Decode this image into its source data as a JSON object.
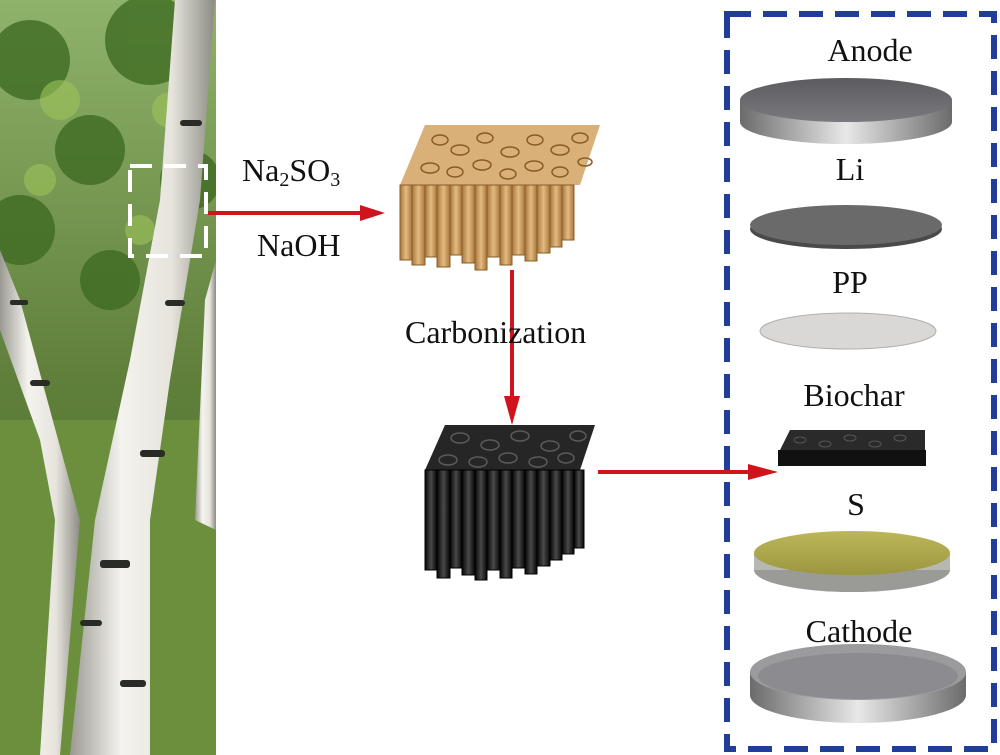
{
  "reaction": {
    "reagent1_base": "Na",
    "reagent1_sub1": "2",
    "reagent1_mid": "SO",
    "reagent1_sub2": "3",
    "reagent2": "NaOH"
  },
  "step": {
    "label": "Carbonization"
  },
  "battery_layers": [
    {
      "label": "Anode"
    },
    {
      "label": "Li"
    },
    {
      "label": "PP"
    },
    {
      "label": "Biochar"
    },
    {
      "label": "S"
    },
    {
      "label": "Cathode"
    }
  ],
  "colors": {
    "arrow": "#d0141d",
    "panel_border": "#1f3d99",
    "wood": "#c99a5c",
    "biochar": "#1c1c1c"
  }
}
